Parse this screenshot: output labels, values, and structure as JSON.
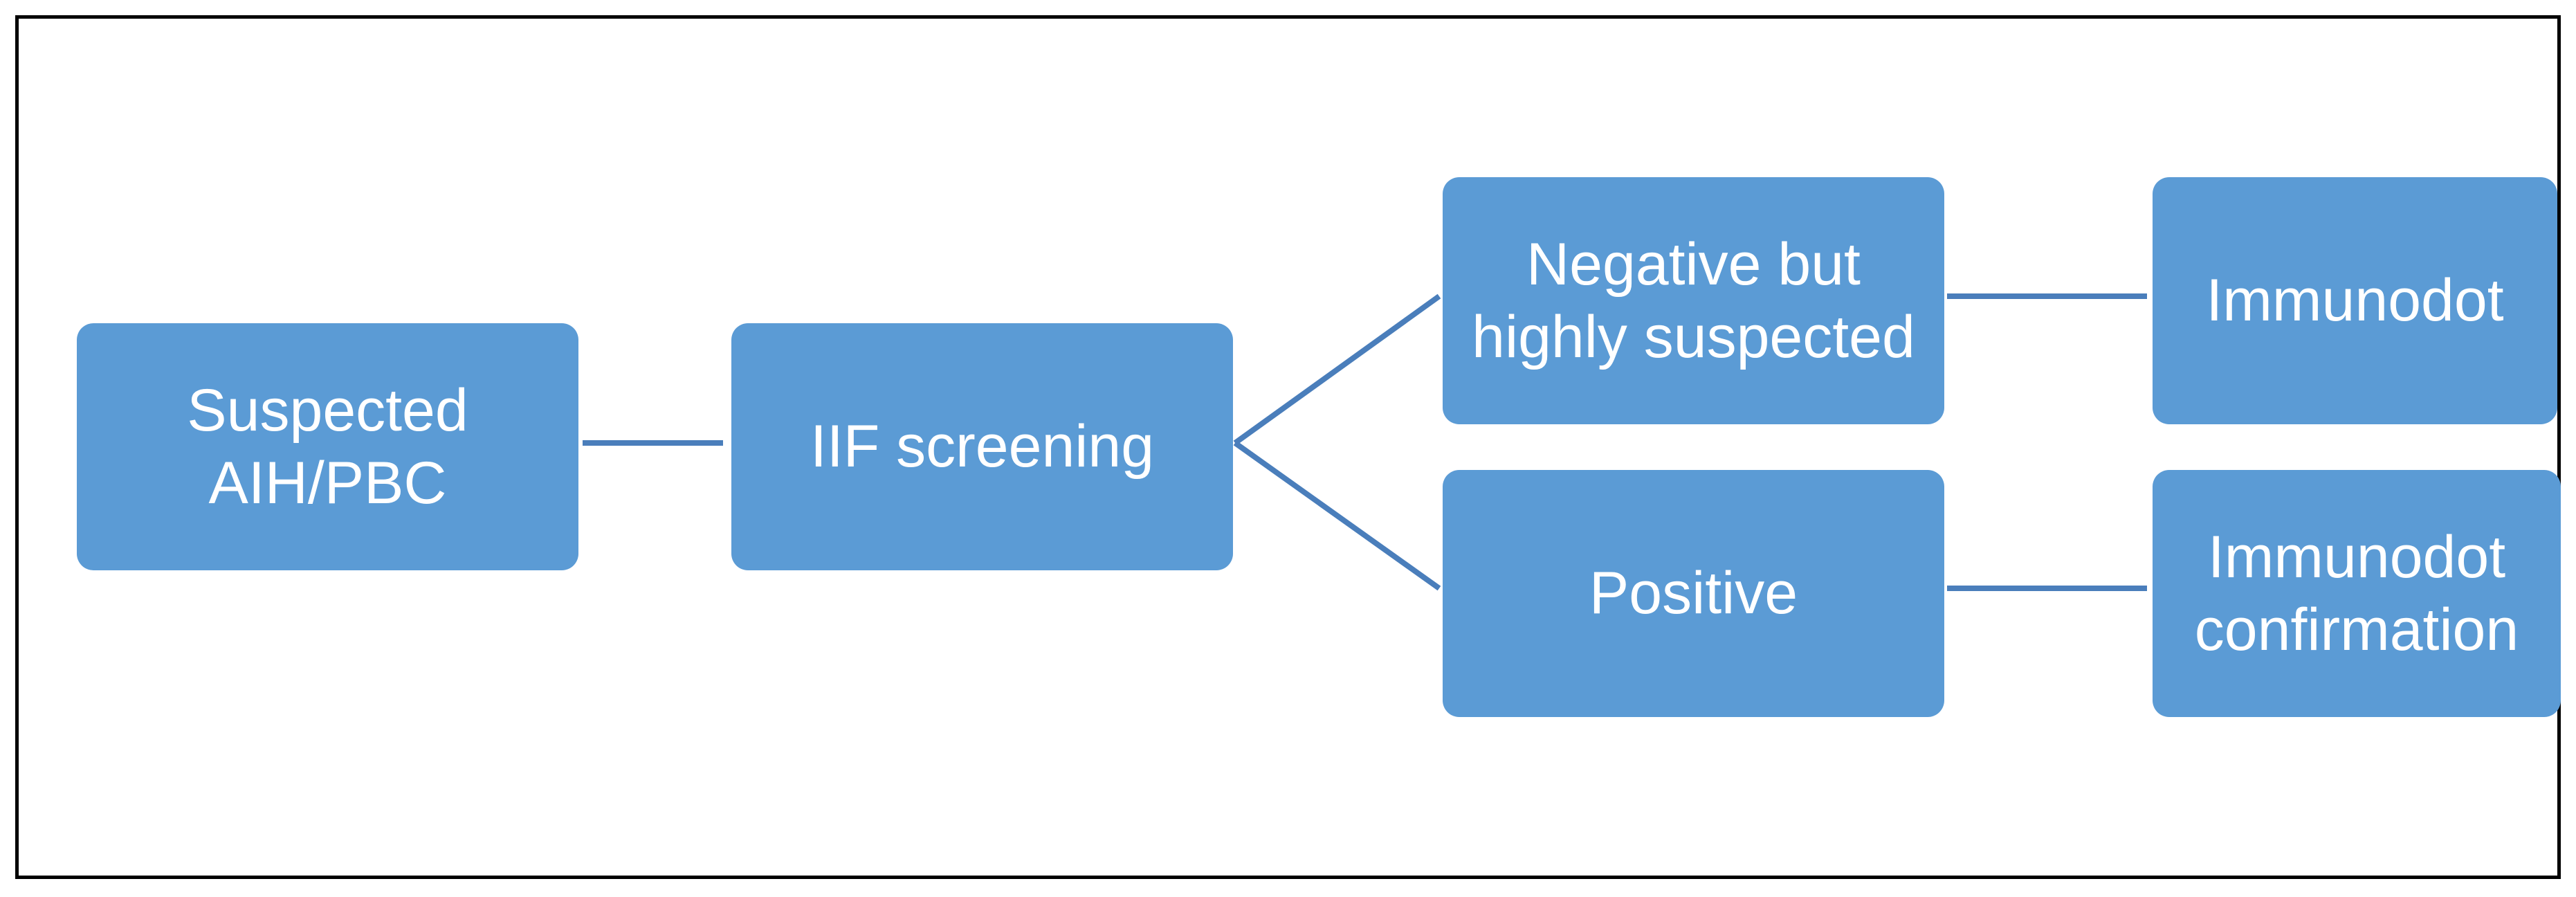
{
  "diagram": {
    "colors": {
      "node_fill": "#5b9bd5",
      "node_text": "#ffffff",
      "connector": "#4a7ebb",
      "frame": "#000000"
    },
    "nodes": {
      "suspected": "Suspected\nAIH/PBC",
      "iif": "IIF screening",
      "negative": "Negative but\nhighly suspected",
      "positive": "Positive",
      "immunodot": "Immunodot",
      "confirmation": "Immunodot\nconfirmation"
    },
    "edges": [
      {
        "from": "suspected",
        "to": "iif"
      },
      {
        "from": "iif",
        "to": "negative"
      },
      {
        "from": "iif",
        "to": "positive"
      },
      {
        "from": "negative",
        "to": "immunodot"
      },
      {
        "from": "positive",
        "to": "confirmation"
      }
    ]
  }
}
